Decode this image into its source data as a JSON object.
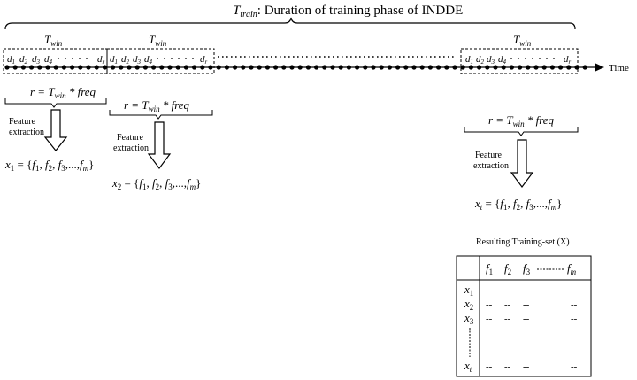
{
  "title": {
    "symbol": "T",
    "subscript": "train",
    "text": ": Duration of training phase of INDDE"
  },
  "window_label": {
    "symbol": "T",
    "subscript": "win"
  },
  "sample_labels": [
    "d",
    "d",
    "d",
    "d",
    "d"
  ],
  "sample_subscripts": [
    "1",
    "2",
    "3",
    "4",
    "r"
  ],
  "axis_label": "Time",
  "formula": {
    "lhs": "r = ",
    "symbol": "T",
    "subscript": "win",
    "rhs": " * freq"
  },
  "feature_extraction": [
    "Feature",
    "extraction"
  ],
  "vectors": [
    {
      "var": "x",
      "sub": "1"
    },
    {
      "var": "x",
      "sub": "2"
    },
    {
      "var": "x",
      "sub": "t"
    }
  ],
  "vector_rhs": {
    "eq": " = {",
    "f": "f",
    "subs": [
      "1",
      "2",
      "3"
    ],
    "dots": ",...,",
    "last_sub": "m",
    "close": "}"
  },
  "table": {
    "title": "Resulting Training-set (X)",
    "column_headers": [
      {
        "var": "f",
        "sub": "1"
      },
      {
        "var": "f",
        "sub": "2"
      },
      {
        "var": "f",
        "sub": "3"
      },
      {
        "var": "f",
        "sub": "m"
      }
    ],
    "row_headers": [
      {
        "var": "x",
        "sub": "1"
      },
      {
        "var": "x",
        "sub": "2"
      },
      {
        "var": "x",
        "sub": "3"
      },
      {
        "var": "x",
        "sub": "t"
      }
    ],
    "cell": "--"
  }
}
